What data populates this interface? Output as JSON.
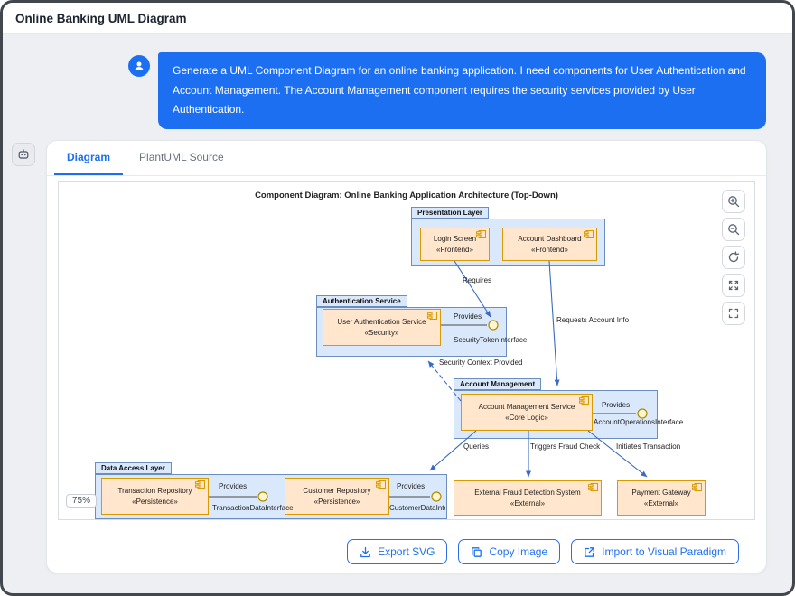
{
  "header": {
    "title": "Online Banking UML Diagram"
  },
  "chat": {
    "user_message": "Generate a UML Component Diagram for an online banking application. I need components for User Authentication and Account Management. The Account Management component requires the security services provided by User Authentication."
  },
  "tabs": {
    "diagram": "Diagram",
    "source": "PlantUML Source"
  },
  "diagram": {
    "title": "Component Diagram: Online Banking Application Architecture (Top-Down)",
    "zoom": "75%",
    "packages": {
      "presentation": "Presentation Layer",
      "auth": "Authentication Service",
      "account": "Account Management",
      "data": "Data Access Layer"
    },
    "components": {
      "login": {
        "name": "Login Screen",
        "stereotype": "«Frontend»"
      },
      "dashboard": {
        "name": "Account Dashboard",
        "stereotype": "«Frontend»"
      },
      "auth_service": {
        "name": "User Authentication Service",
        "stereotype": "«Security»"
      },
      "account_service": {
        "name": "Account Management Service",
        "stereotype": "«Core Logic»"
      },
      "transaction_repo": {
        "name": "Transaction Repository",
        "stereotype": "«Persistence»"
      },
      "customer_repo": {
        "name": "Customer Repository",
        "stereotype": "«Persistence»"
      },
      "fraud": {
        "name": "External Fraud Detection System",
        "stereotype": "«External»"
      },
      "gateway": {
        "name": "Payment Gateway",
        "stereotype": "«External»"
      }
    },
    "interfaces": {
      "security_token": {
        "label": "Provides",
        "name": "SecurityTokenInterface"
      },
      "account_ops": {
        "label": "Provides",
        "name": "AccountOperationsInterface"
      },
      "transaction_data": {
        "label": "Provides",
        "name": "TransactionDataInterface"
      },
      "customer_data": {
        "label": "Provides",
        "name": "CustomerDataInterface"
      }
    },
    "connections": {
      "requires": "Requires",
      "requests": "Requests Account Info",
      "security_context": "Security Context Provided",
      "queries": "Queries",
      "triggers_fraud": "Triggers Fraud Check",
      "initiates_transaction": "Initiates Transaction"
    }
  },
  "toolbar": {
    "buttons": [
      "zoom-in",
      "zoom-out",
      "reset-view",
      "expand",
      "fullscreen"
    ]
  },
  "actions": {
    "export_svg": "Export SVG",
    "copy_image": "Copy Image",
    "import_vp": "Import to Visual Paradigm"
  },
  "colors": {
    "accent": "#1d6ff2",
    "package_fill": "#dae8fc",
    "package_border": "#6c8ebf",
    "component_fill": "#ffe6cc",
    "component_border": "#d79b00",
    "connector": "#3a6bc0"
  }
}
